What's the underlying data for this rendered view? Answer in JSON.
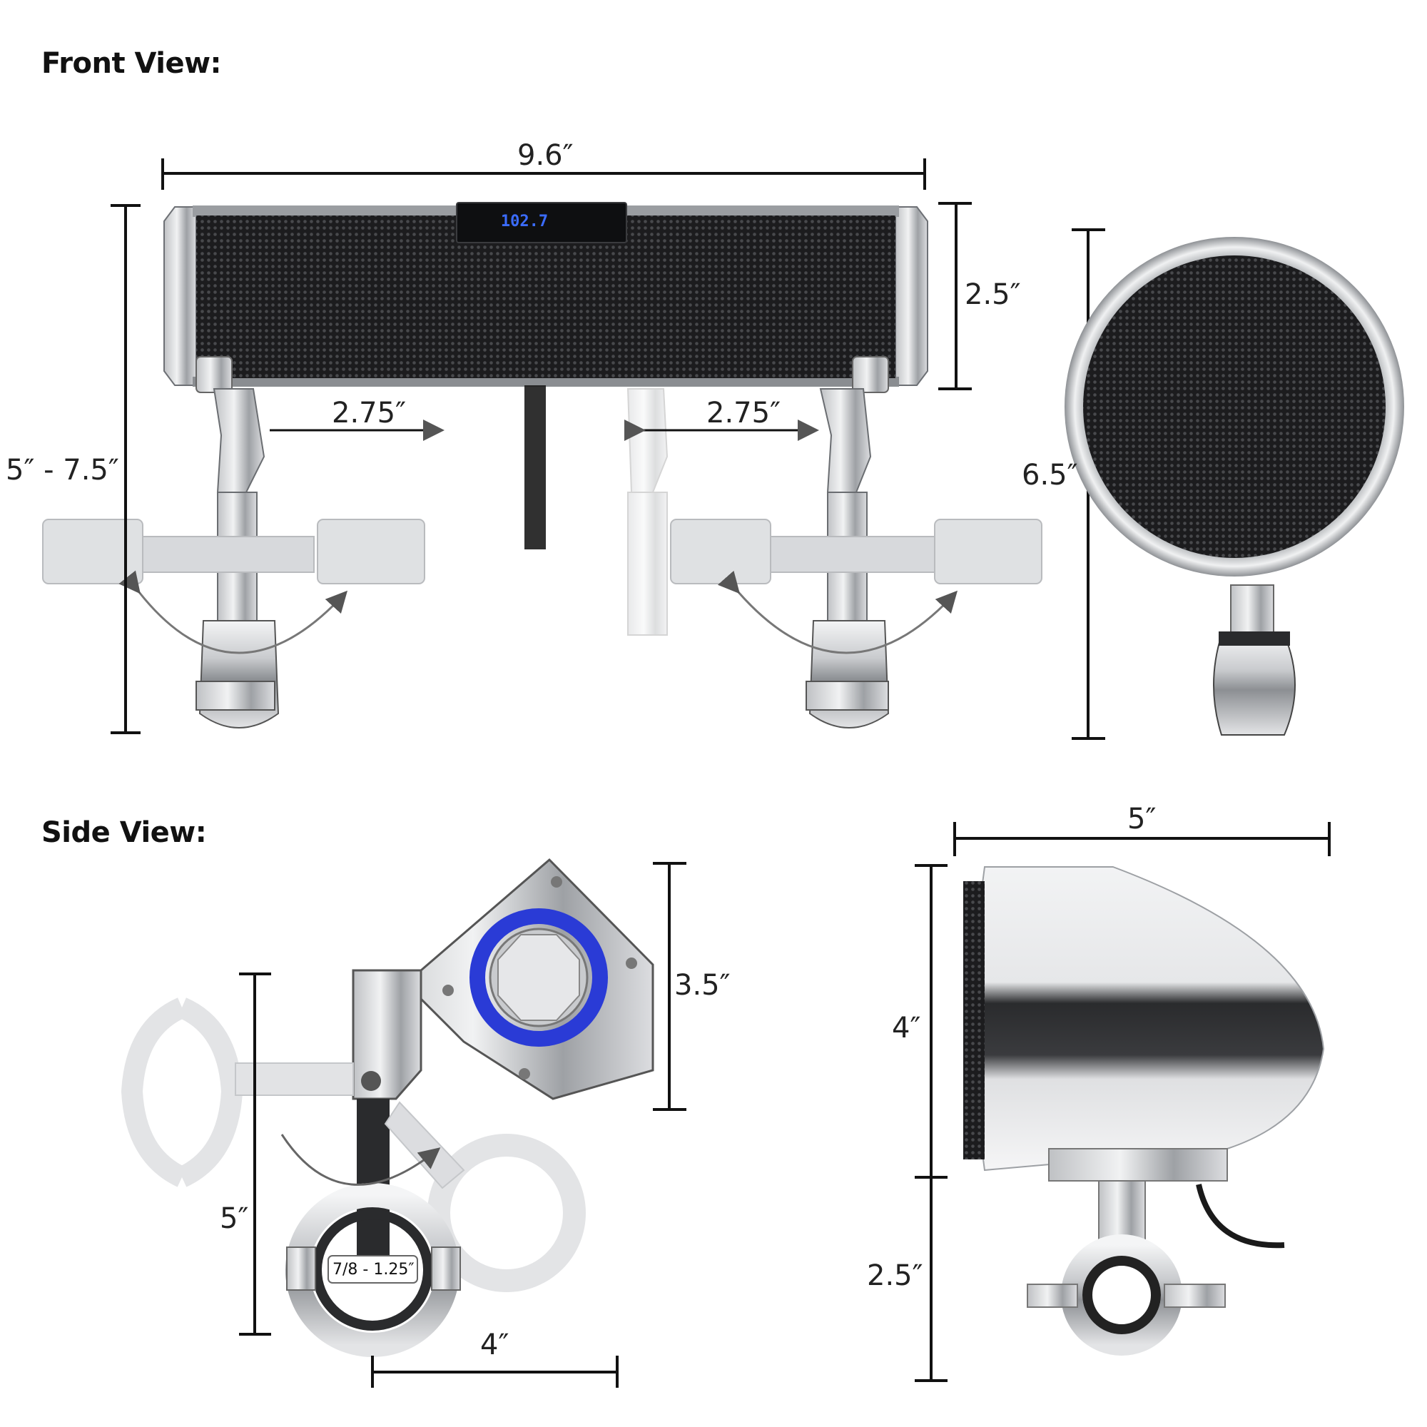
{
  "headings": {
    "front": "Front View:",
    "side": "Side View:"
  },
  "dimensions": {
    "bar_width": "9.6″",
    "bar_height": "2.5″",
    "total_height": "5″ - 7.5″",
    "left_offset": "2.75″",
    "right_offset": "2.75″",
    "round_height": "6.5″",
    "side_height": "3.5″",
    "side_mount": "5″",
    "side_depth": "4″",
    "clamp_size": "7/8 - 1.25″",
    "pod_width": "5″",
    "pod_height": "4″",
    "pod_mount": "2.5″"
  },
  "display": {
    "frequency": "102.7"
  },
  "colors": {
    "ring": "#2a3bd6",
    "lcd": "#3b6cff",
    "metal_dark": "#7d8085",
    "metal_light": "#d6d8db"
  }
}
